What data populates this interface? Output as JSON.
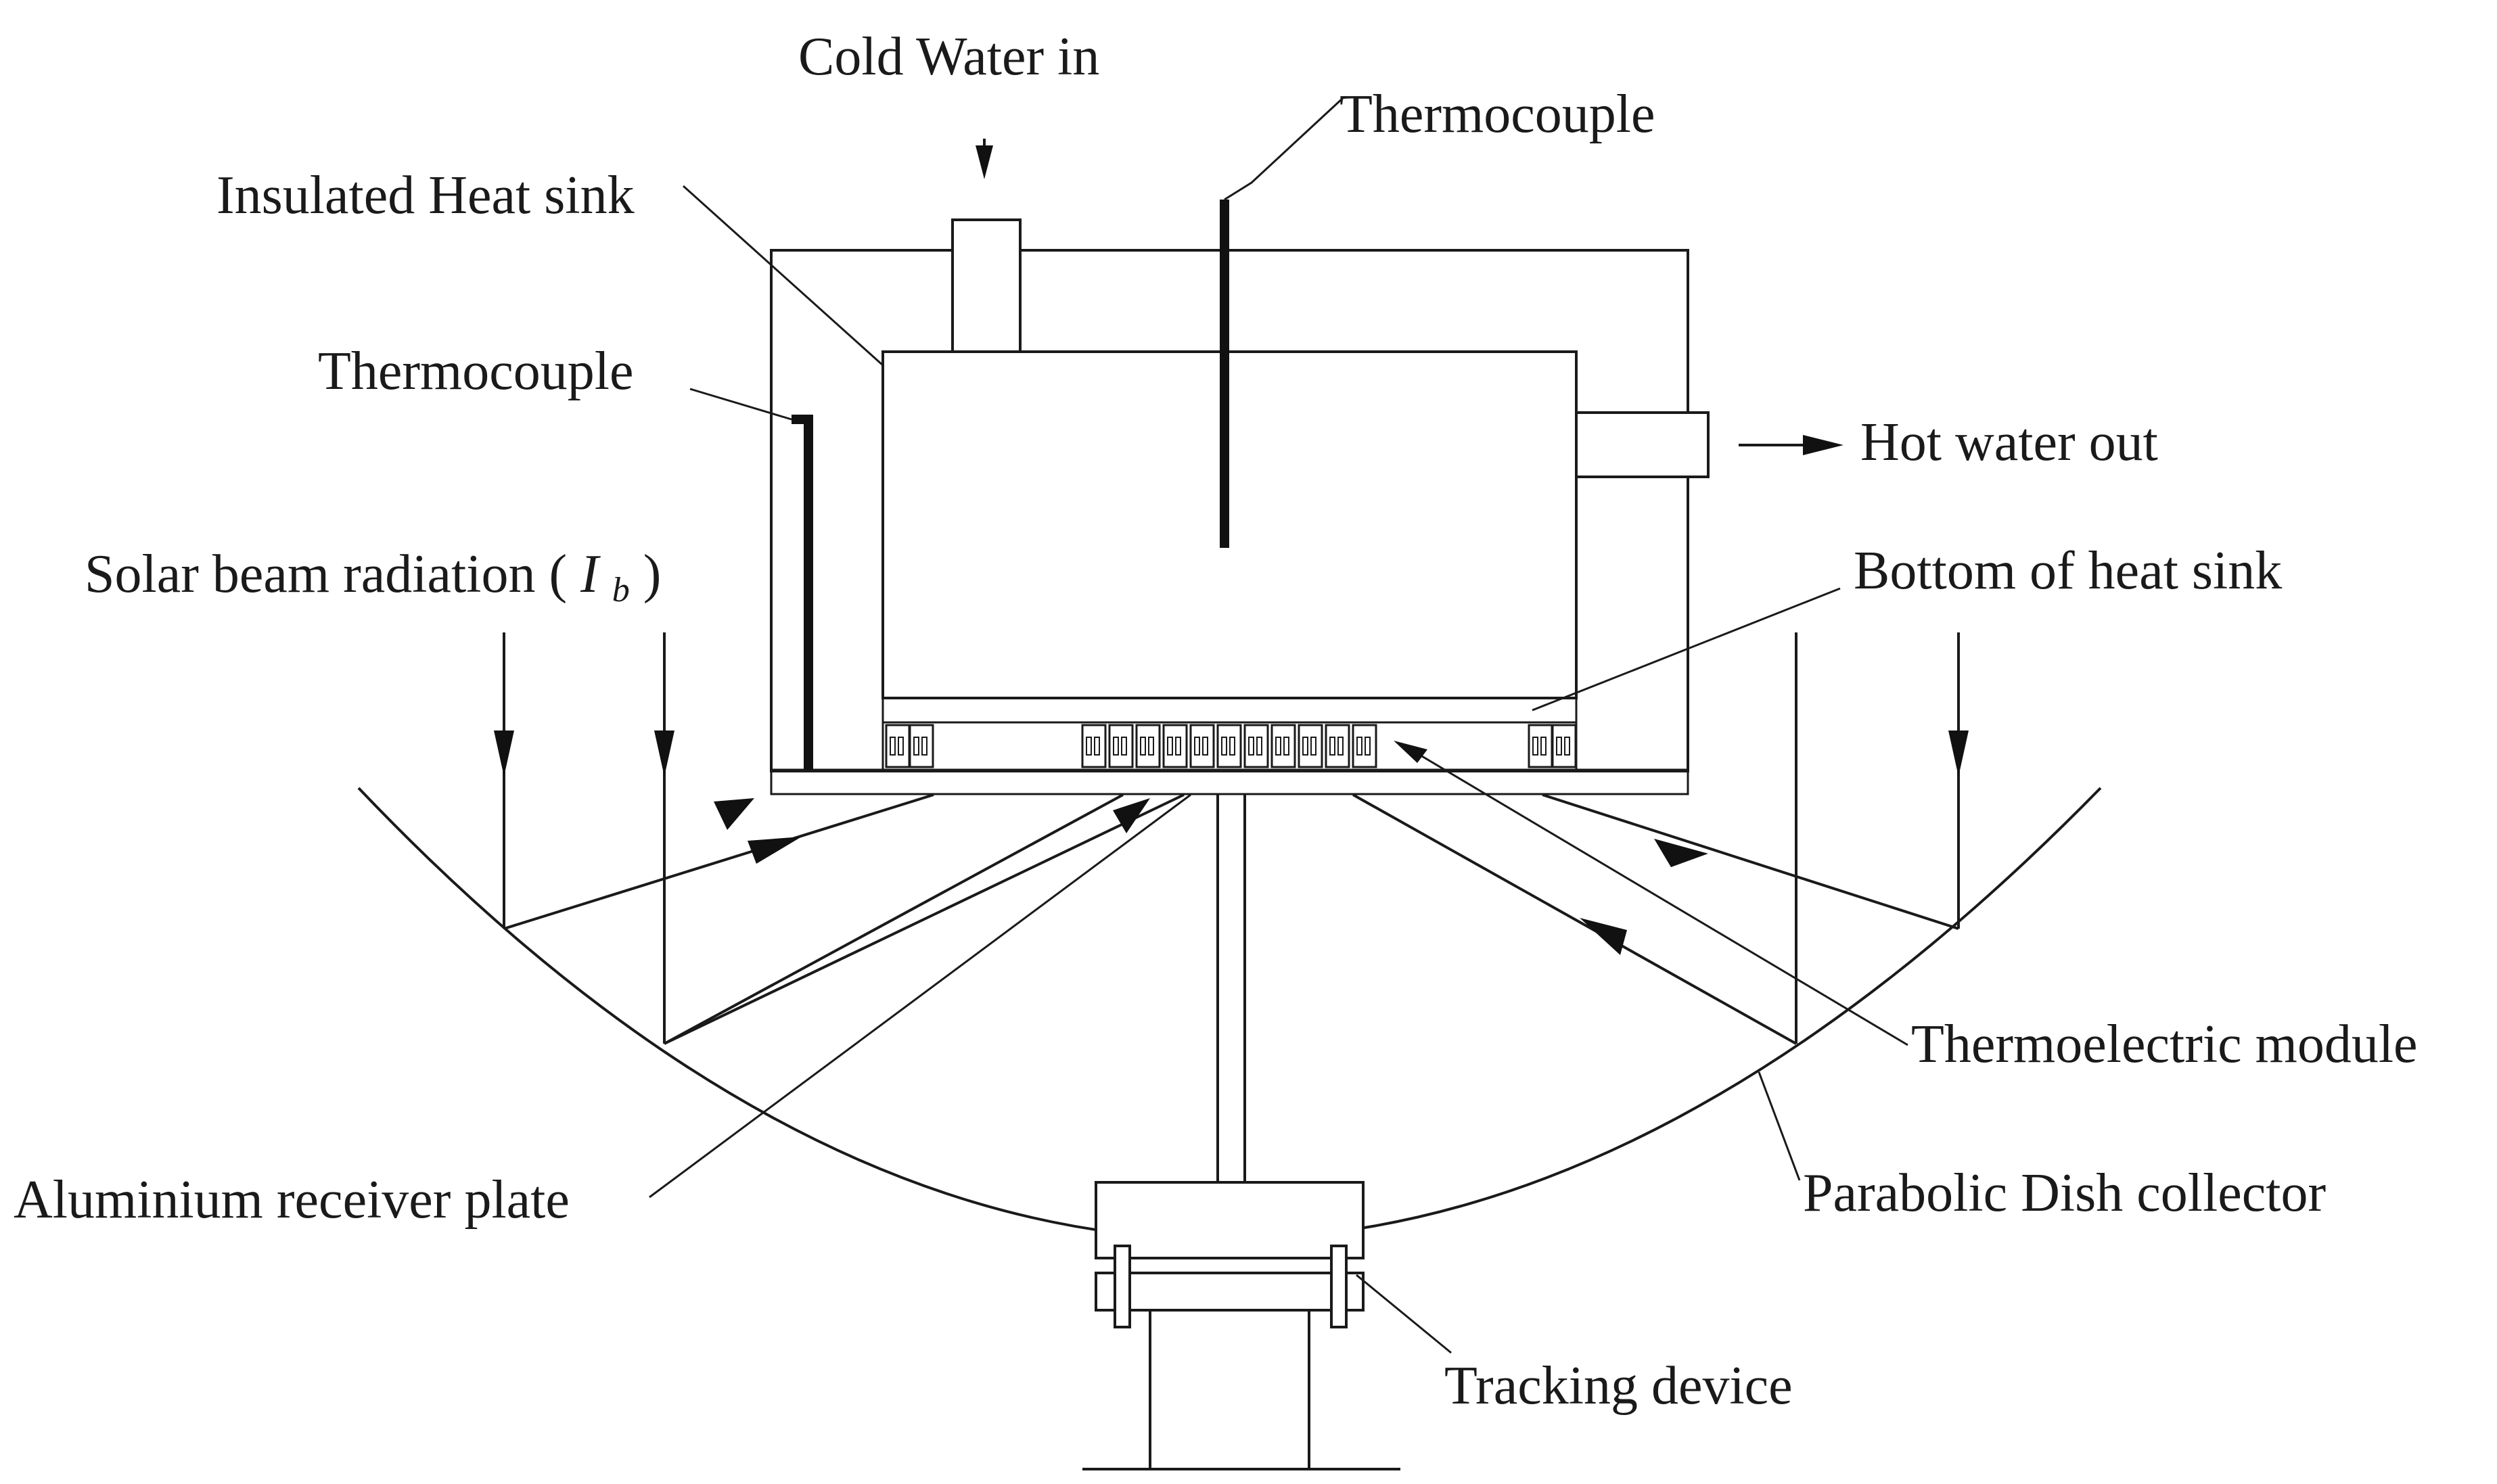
{
  "labels": {
    "cold_water_in": "Cold Water in",
    "thermocouple_top": "Thermocouple",
    "insulated_heat_sink": "Insulated Heat sink",
    "thermocouple_left": "Thermocouple",
    "hot_water_out": "Hot water out",
    "solar_beam_radiation": "Solar beam radiation",
    "solar_beam_symbol": "I",
    "solar_beam_subscript": "b",
    "bottom_of_heat_sink": "Bottom of heat sink",
    "thermoelectric_module": "Thermoelectric module",
    "aluminium_receiver_plate": "Aluminium receiver plate",
    "parabolic_dish_collector": "Parabolic Dish collector",
    "tracking_device": "Tracking device"
  },
  "colors": {
    "line": "#1a1a1a",
    "background": "#ffffff"
  }
}
